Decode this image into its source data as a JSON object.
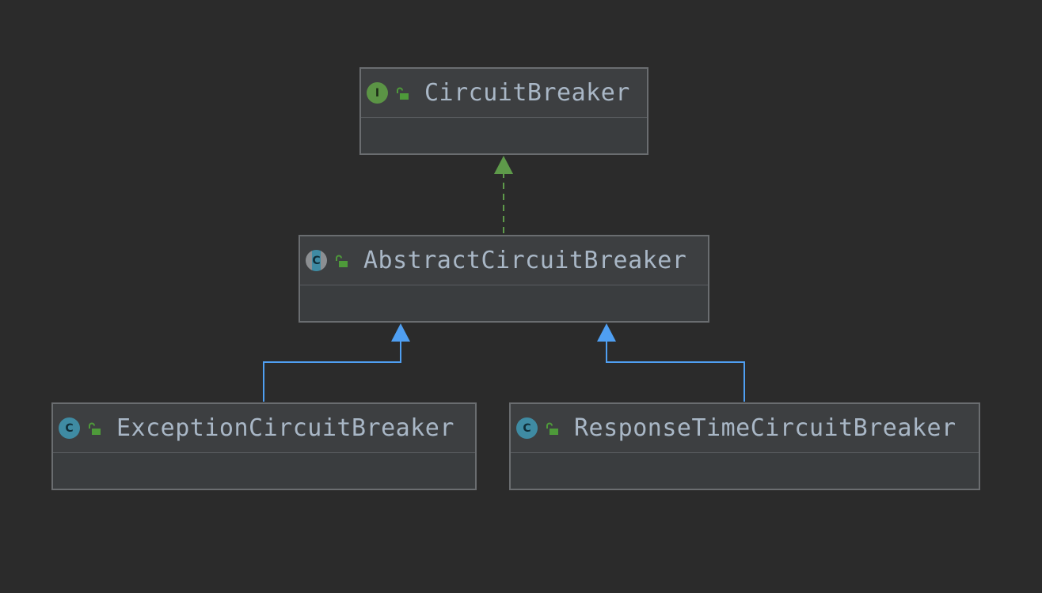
{
  "diagram": {
    "type": "uml-class-hierarchy",
    "colors": {
      "background": "#2b2b2b",
      "node_header": "#3d3f41",
      "node_border": "#6a6d70",
      "title_text": "#a9b7c6",
      "implements_edge": "#5e9a4a",
      "extends_edge": "#4f9ff2",
      "interface_icon": "#5b9445",
      "class_icon": "#3f8ba3",
      "lock_icon": "#4e9a3a"
    },
    "nodes": [
      {
        "id": "CircuitBreaker",
        "kind": "interface",
        "icon_letter": "I",
        "label": "CircuitBreaker",
        "visibility": "public"
      },
      {
        "id": "AbstractCircuitBreaker",
        "kind": "abstract-class",
        "icon_letter": "C",
        "label": "AbstractCircuitBreaker",
        "visibility": "public"
      },
      {
        "id": "ExceptionCircuitBreaker",
        "kind": "class",
        "icon_letter": "C",
        "label": "ExceptionCircuitBreaker",
        "visibility": "public"
      },
      {
        "id": "ResponseTimeCircuitBreaker",
        "kind": "class",
        "icon_letter": "C",
        "label": "ResponseTimeCircuitBreaker",
        "visibility": "public"
      }
    ],
    "edges": [
      {
        "from": "AbstractCircuitBreaker",
        "to": "CircuitBreaker",
        "relation": "implements",
        "style": "dashed"
      },
      {
        "from": "ExceptionCircuitBreaker",
        "to": "AbstractCircuitBreaker",
        "relation": "extends",
        "style": "solid"
      },
      {
        "from": "ResponseTimeCircuitBreaker",
        "to": "AbstractCircuitBreaker",
        "relation": "extends",
        "style": "solid"
      }
    ]
  }
}
